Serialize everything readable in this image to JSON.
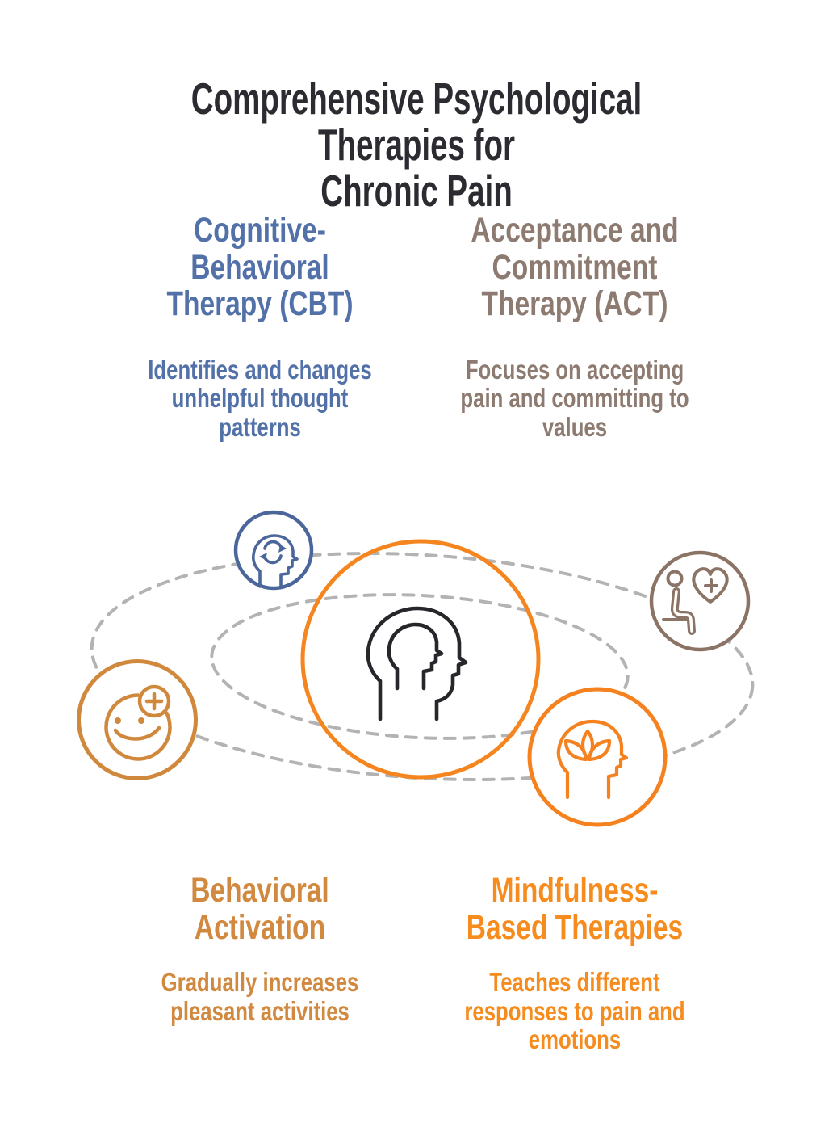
{
  "title": {
    "lines": [
      "Comprehensive Psychological Therapies for",
      "Chronic Pain"
    ]
  },
  "sections": {
    "cbt": {
      "heading_lines": [
        "Cognitive-",
        "Behavioral",
        "Therapy (CBT)"
      ],
      "description_lines": [
        "Identifies and changes",
        "unhelpful thought",
        "patterns"
      ],
      "icon": "head-refresh-icon"
    },
    "act": {
      "heading_lines": [
        "Acceptance and",
        "Commitment",
        "Therapy (ACT)"
      ],
      "description_lines": [
        "Focuses on accepting",
        "pain and committing to",
        "values"
      ],
      "icon": "person-heart-plus-icon"
    },
    "ba": {
      "heading_lines": [
        "Behavioral",
        "Activation"
      ],
      "description_lines": [
        "Gradually increases",
        "pleasant activities"
      ],
      "icon": "smiley-plus-icon"
    },
    "mb": {
      "heading_lines": [
        "Mindfulness-",
        "Based Therapies"
      ],
      "description_lines": [
        "Teaches different",
        "responses to pain and",
        "emotions"
      ],
      "icon": "head-lotus-icon"
    }
  },
  "diagram": {
    "center_icon": "head-in-head-profile-icon",
    "orbit_count": 2,
    "orbit_style": "dashed"
  },
  "colors": {
    "title": "#2b2b31",
    "cbt": "#5271a8",
    "act": "#8d7a70",
    "ba": "#d1883f",
    "mb": "#f68b1e",
    "icon_blue": "#4a669a",
    "icon_taupe": "#8b7365",
    "icon_smiley": "#d0883c",
    "icon_lotus": "#f5821f",
    "center_ring": "#f5861f",
    "icon_dark": "#26262b",
    "orbit_dash": "#b3b3b3",
    "background": "#ffffff"
  }
}
